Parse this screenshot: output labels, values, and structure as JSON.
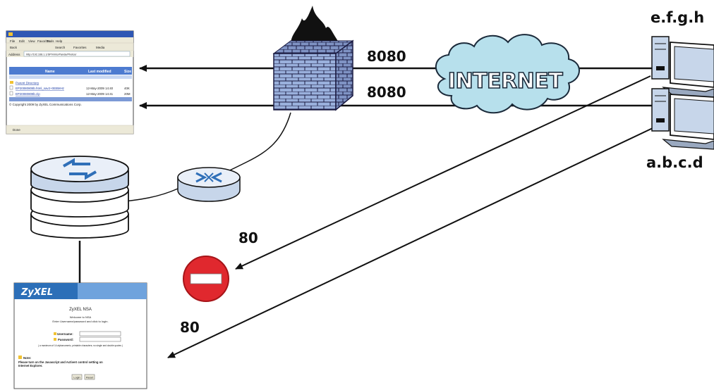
{
  "ports": {
    "top_port": "8080",
    "bottom_port": "8080",
    "blocked_port": "80",
    "allowed_port": "80"
  },
  "hosts": {
    "top_host": "e.f.g.h",
    "bottom_host": "a.b.c.d"
  },
  "cloud": {
    "label": "INTERNET"
  },
  "browser_window": {
    "menu": [
      "File",
      "Edit",
      "View",
      "Favorites",
      "Tools",
      "Help"
    ],
    "toolbar": [
      "Back",
      "Search",
      "Favorites",
      "Media"
    ],
    "address_label": "Address",
    "address_value": "http://192.168.1.1/SPV/into/Panda/Photos/",
    "col_name": "Name",
    "col_modified": "Last modified",
    "col_size": "Size",
    "parent_dir": "Parent Directory",
    "file1_name": "EP20080808b.html_sav2+0EBMHz",
    "file1_date": "12-May-2009 14:40",
    "file1_size": "40K",
    "file2_name": "EP20080808b.zip",
    "file2_date": "12-May-2009 14:41",
    "file2_size": "20M",
    "footer": "© Copyright 2009 by ZyXEL Communications Corp.",
    "status": "Done"
  },
  "login_page": {
    "brand": "ZyXEL",
    "title": "ZyXEL NSA",
    "welcome": "Welcome to NSA",
    "instructions": "Enter Username/password and click to login.",
    "username_label": "Username:",
    "password_label": "Password:",
    "hint": "( a maximum of 14 alphanumeric, printable characters; no single and double quotes )",
    "note_label": "Note:",
    "note_line1": "Please turn on the Javascript and ActiveX control setting on",
    "note_line2": "Internet Explorer.",
    "login_button": "Login",
    "reset_button": "Reset"
  },
  "colors": {
    "cloud": "#b7e0ec",
    "firewall": "#9ab0dc",
    "blocked": "#e0282e",
    "brand_bar": "#2c6fb8"
  },
  "icons": [
    "firewall-icon",
    "router-icon",
    "nsa-server-icon",
    "computer-icon",
    "no-entry-icon",
    "cloud-icon"
  ]
}
